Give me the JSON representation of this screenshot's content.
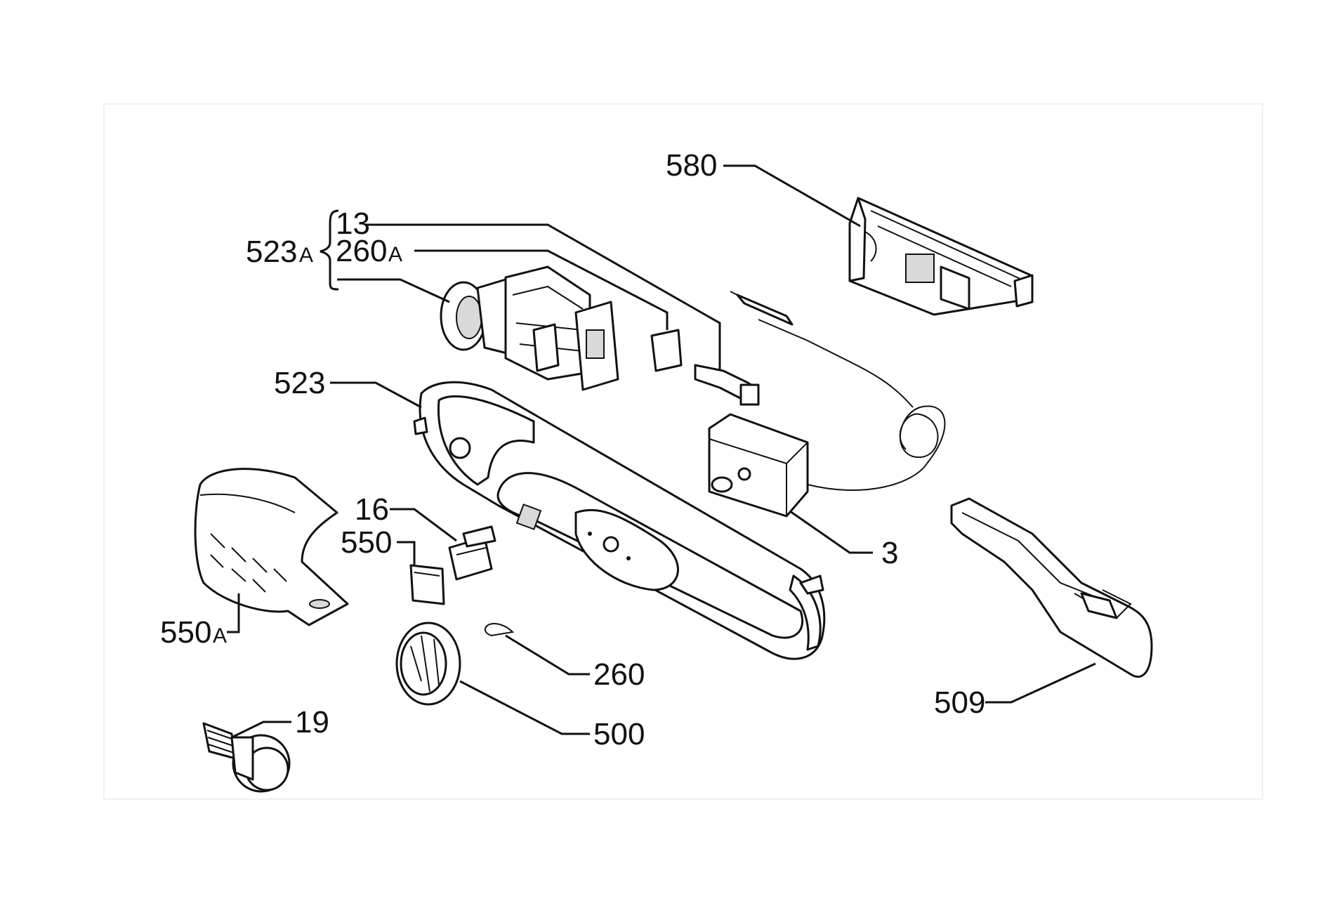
{
  "labels": {
    "p580": "580",
    "p523A": "523",
    "p523A_suffix": "A",
    "p13": "13",
    "p260A": "260",
    "p260A_suffix": "A",
    "p523": "523",
    "p16": "16",
    "p550": "550",
    "p550A": "550",
    "p550A_suffix": "A",
    "p3": "3",
    "p260": "260",
    "p500": "500",
    "p19": "19",
    "p509": "509"
  }
}
